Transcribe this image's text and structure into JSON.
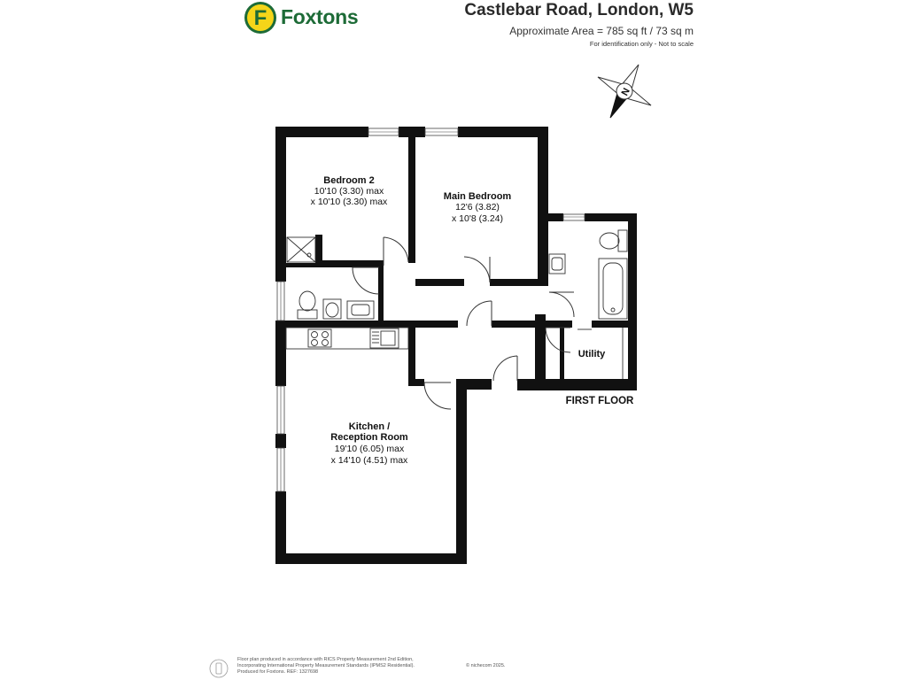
{
  "brand": {
    "name": "Foxtons",
    "mark": "F",
    "colors": {
      "green": "#1d6b37",
      "yellow": "#f5d519"
    }
  },
  "header": {
    "title": "Castlebar Road, London, W5",
    "area": "Approximate Area = 785 sq ft / 73 sq m",
    "note": "For identification only - Not to scale"
  },
  "compass": {
    "label": "N"
  },
  "rooms": {
    "bedroom2": {
      "name": "Bedroom 2",
      "dim1": "10'10 (3.30) max",
      "dim2": "x 10'10 (3.30) max"
    },
    "main_bedroom": {
      "name": "Main Bedroom",
      "dim1": "12'6 (3.82)",
      "dim2": "x 10'8 (3.24)"
    },
    "kitchen": {
      "name1": "Kitchen /",
      "name2": "Reception Room",
      "dim1": "19'10 (6.05) max",
      "dim2": "x 14'10 (4.51) max"
    },
    "utility": {
      "name": "Utility"
    }
  },
  "floor_label": "FIRST FLOOR",
  "footer": {
    "line1": "Floor plan produced in accordance with RICS Property Measurement 2nd Edition,",
    "line2": "Incorporating International Property Measurement Standards (IPMS2 Residential).",
    "line3": "Produced for Foxtons.    REF: 1327698",
    "copyright": "© nichecom 2025."
  }
}
